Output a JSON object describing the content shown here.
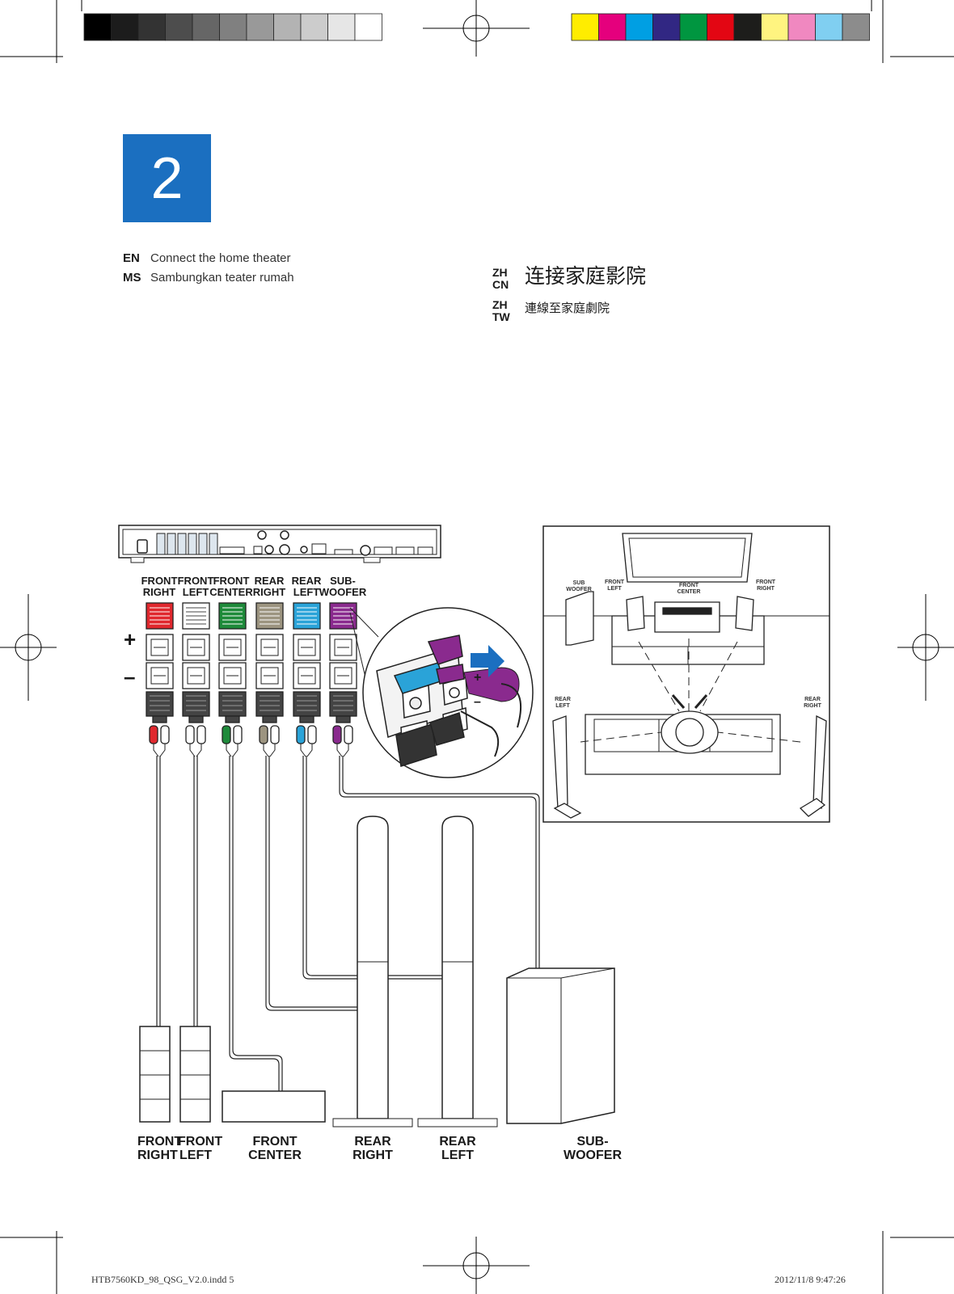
{
  "step_number": "2",
  "captions": {
    "en": {
      "code": "EN",
      "text": "Connect the home theater"
    },
    "ms": {
      "code": "MS",
      "text": "Sambungkan teater rumah"
    },
    "zh_cn": {
      "code1": "ZH",
      "code2": "CN",
      "text": "连接家庭影院"
    },
    "zh_tw": {
      "code1": "ZH",
      "code2": "TW",
      "text": "連線至家庭劇院"
    }
  },
  "terminal_labels": [
    {
      "line1": "FRONT",
      "line2": "RIGHT"
    },
    {
      "line1": "FRONT",
      "line2": "LEFT"
    },
    {
      "line1": "FRONT",
      "line2": "CENTER"
    },
    {
      "line1": "REAR",
      "line2": "RIGHT"
    },
    {
      "line1": "REAR",
      "line2": "LEFT"
    },
    {
      "line1": "SUB-",
      "line2": "WOOFER"
    }
  ],
  "polarity": {
    "plus": "+",
    "minus": "–"
  },
  "terminal_colors": [
    "#e0282e",
    "#ffffff",
    "#1e8a3a",
    "#9c9480",
    "#2aa3d8",
    "#8a2a8e"
  ],
  "speaker_labels": [
    {
      "line1": "FRONT",
      "line2": "RIGHT"
    },
    {
      "line1": "FRONT",
      "line2": "LEFT"
    },
    {
      "line1": "FRONT",
      "line2": "CENTER"
    },
    {
      "line1": "REAR",
      "line2": "RIGHT"
    },
    {
      "line1": "REAR",
      "line2": "LEFT"
    },
    {
      "line1": "SUB-",
      "line2": "WOOFER"
    }
  ],
  "room_labels": {
    "subwoofer": {
      "line1": "SUB",
      "line2": "WOOFER"
    },
    "front_left": {
      "line1": "FRONT",
      "line2": "LEFT"
    },
    "front_center": {
      "line1": "FRONT",
      "line2": "CENTER"
    },
    "front_right": {
      "line1": "FRONT",
      "line2": "RIGHT"
    },
    "rear_left": {
      "line1": "REAR",
      "line2": "LEFT"
    },
    "rear_right": {
      "line1": "REAR",
      "line2": "RIGHT"
    }
  },
  "color_bar_grays": [
    "#000000",
    "#1c1c1c",
    "#333333",
    "#4d4d4d",
    "#666666",
    "#808080",
    "#999999",
    "#b3b3b3",
    "#cccccc",
    "#e6e6e6",
    "#ffffff"
  ],
  "color_bar_colors": [
    "#ffed00",
    "#e5007d",
    "#009fe3",
    "#312783",
    "#009640",
    "#e30613",
    "#1d1d1b",
    "#fff480",
    "#f088c0",
    "#80cff1",
    "#8c8c8c"
  ],
  "footer": {
    "file": "HTB7560KD_98_QSG_V2.0.indd   5",
    "timestamp": "2012/11/8   9:47:26"
  }
}
